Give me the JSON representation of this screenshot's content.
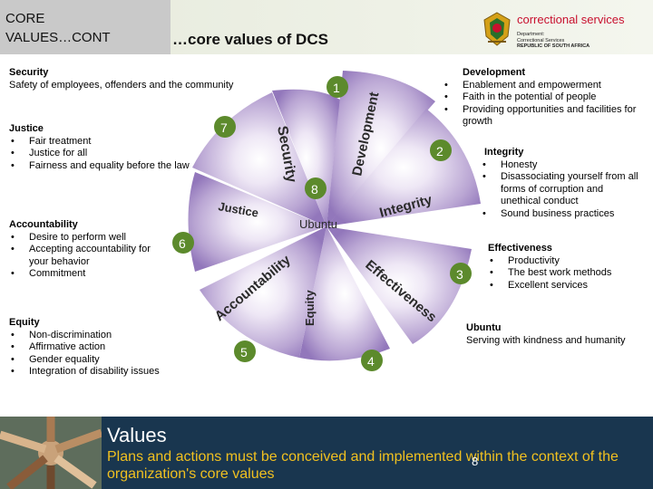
{
  "header": {
    "title_line1": "CORE",
    "title_line2": "VALUES…CONT",
    "subtitle": "…core values of DCS",
    "brand_name": "correctional services",
    "brand_dept_line1": "Department:",
    "brand_dept_line2": "Correctional Services",
    "brand_dept_line3": "REPUBLIC OF SOUTH AFRICA"
  },
  "values": {
    "security": {
      "title": "Security",
      "desc": "Safety of employees, offenders and the community"
    },
    "justice": {
      "title": "Justice",
      "items": [
        "Fair treatment",
        "Justice for all",
        "Fairness and equality before the law"
      ]
    },
    "accountability": {
      "title": "Accountability",
      "items": [
        "Desire to perform well",
        "Accepting accountability for your behavior",
        "Commitment"
      ]
    },
    "equity": {
      "title": "Equity",
      "items": [
        "Non-discrimination",
        "Affirmative action",
        "Gender equality",
        "Integration of disability issues"
      ]
    },
    "development": {
      "title": "Development",
      "items": [
        "Enablement and empowerment",
        "Faith in the potential of people",
        "Providing opportunities and facilities for growth"
      ]
    },
    "integrity": {
      "title": "Integrity",
      "items": [
        "Honesty",
        "Disassociating yourself from all forms of corruption and unethical conduct",
        "Sound business practices"
      ]
    },
    "effectiveness": {
      "title": "Effectiveness",
      "items": [
        "Productivity",
        "The best work methods",
        "Excellent services"
      ]
    },
    "ubuntu": {
      "title": "Ubuntu",
      "desc": "Serving with kindness and humanity"
    }
  },
  "wheel": {
    "center_label": "Ubuntu",
    "segments": [
      {
        "label": "Security",
        "number": "7"
      },
      {
        "label": "Development",
        "number": "1"
      },
      {
        "label": "Integrity",
        "number": "2"
      },
      {
        "label": "Effectiveness",
        "number": "3"
      },
      {
        "label": "Equity",
        "number": "4"
      },
      {
        "label": "Accountability",
        "number": "5"
      },
      {
        "label": "Justice",
        "number": "6"
      }
    ],
    "center_number": "8"
  },
  "footer": {
    "title": "Values",
    "text": "Plans and actions must be conceived and implemented within the context of the organization's core values",
    "page_number": "8"
  },
  "colors": {
    "wheel_light": "#c7b6dc",
    "wheel_mid": "#a48bc6",
    "wheel_dark": "#8566b0",
    "footer_bg": "#19364f",
    "footer_text": "#f0c020",
    "badge_green": "#5c8a2c"
  }
}
